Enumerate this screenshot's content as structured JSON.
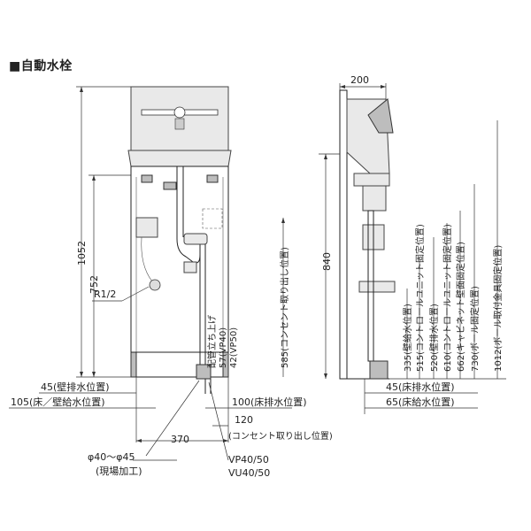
{
  "title": "■自動水栓",
  "front": {
    "height_total": "1052",
    "height_counter": "752",
    "supply_pipe": "R1/2",
    "pipe_rise": "配管立ち上げ",
    "vp40": "57(VP40)",
    "vp50": "42(VP50)",
    "outlet_height": "585(コンセント取り出し位置)",
    "drain_wall": "45(壁排水位置)",
    "supply_floor_wall": "105(床／壁給水位置)",
    "drain_floor": "100(床排水位置)",
    "outlet_offset": "120",
    "outlet_label": "(コンセント取り出し位置)",
    "width": "370",
    "hole_dia": "φ40～φ45",
    "hole_note": "(現場加工)",
    "pipe_vp": "VP40/50",
    "pipe_vu": "VU40/50"
  },
  "side": {
    "depth": "200",
    "height": "840",
    "dims": [
      "335(壁給水位置)",
      "515(コントロールユニット固定位置)",
      "520(壁排水位置)",
      "610(コントロールユニット固定位置)",
      "662(キャビネット壁面固定位置)",
      "730(ボール固定位置)",
      "1012(ボール取付金具固定位置)"
    ],
    "drain_floor": "45(床排水位置)",
    "supply_floor": "65(床給水位置)"
  }
}
